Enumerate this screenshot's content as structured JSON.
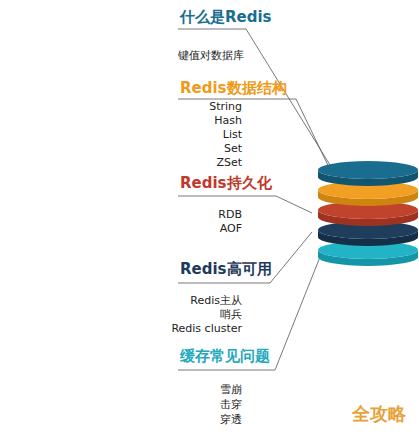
{
  "diagram": {
    "labels": [
      "什么是Redis",
      "键值对数据库",
      "Redis数据结构",
      "String",
      "Hash",
      "List",
      "Set",
      "ZSet",
      "Redis持久化",
      "RDB",
      "AOF",
      "Redis高可用",
      "Redis主从",
      "哨兵",
      "Redis cluster",
      "缓存常见问题",
      "雪崩",
      "击穿",
      "穿透",
      "全攻略"
    ]
  }
}
